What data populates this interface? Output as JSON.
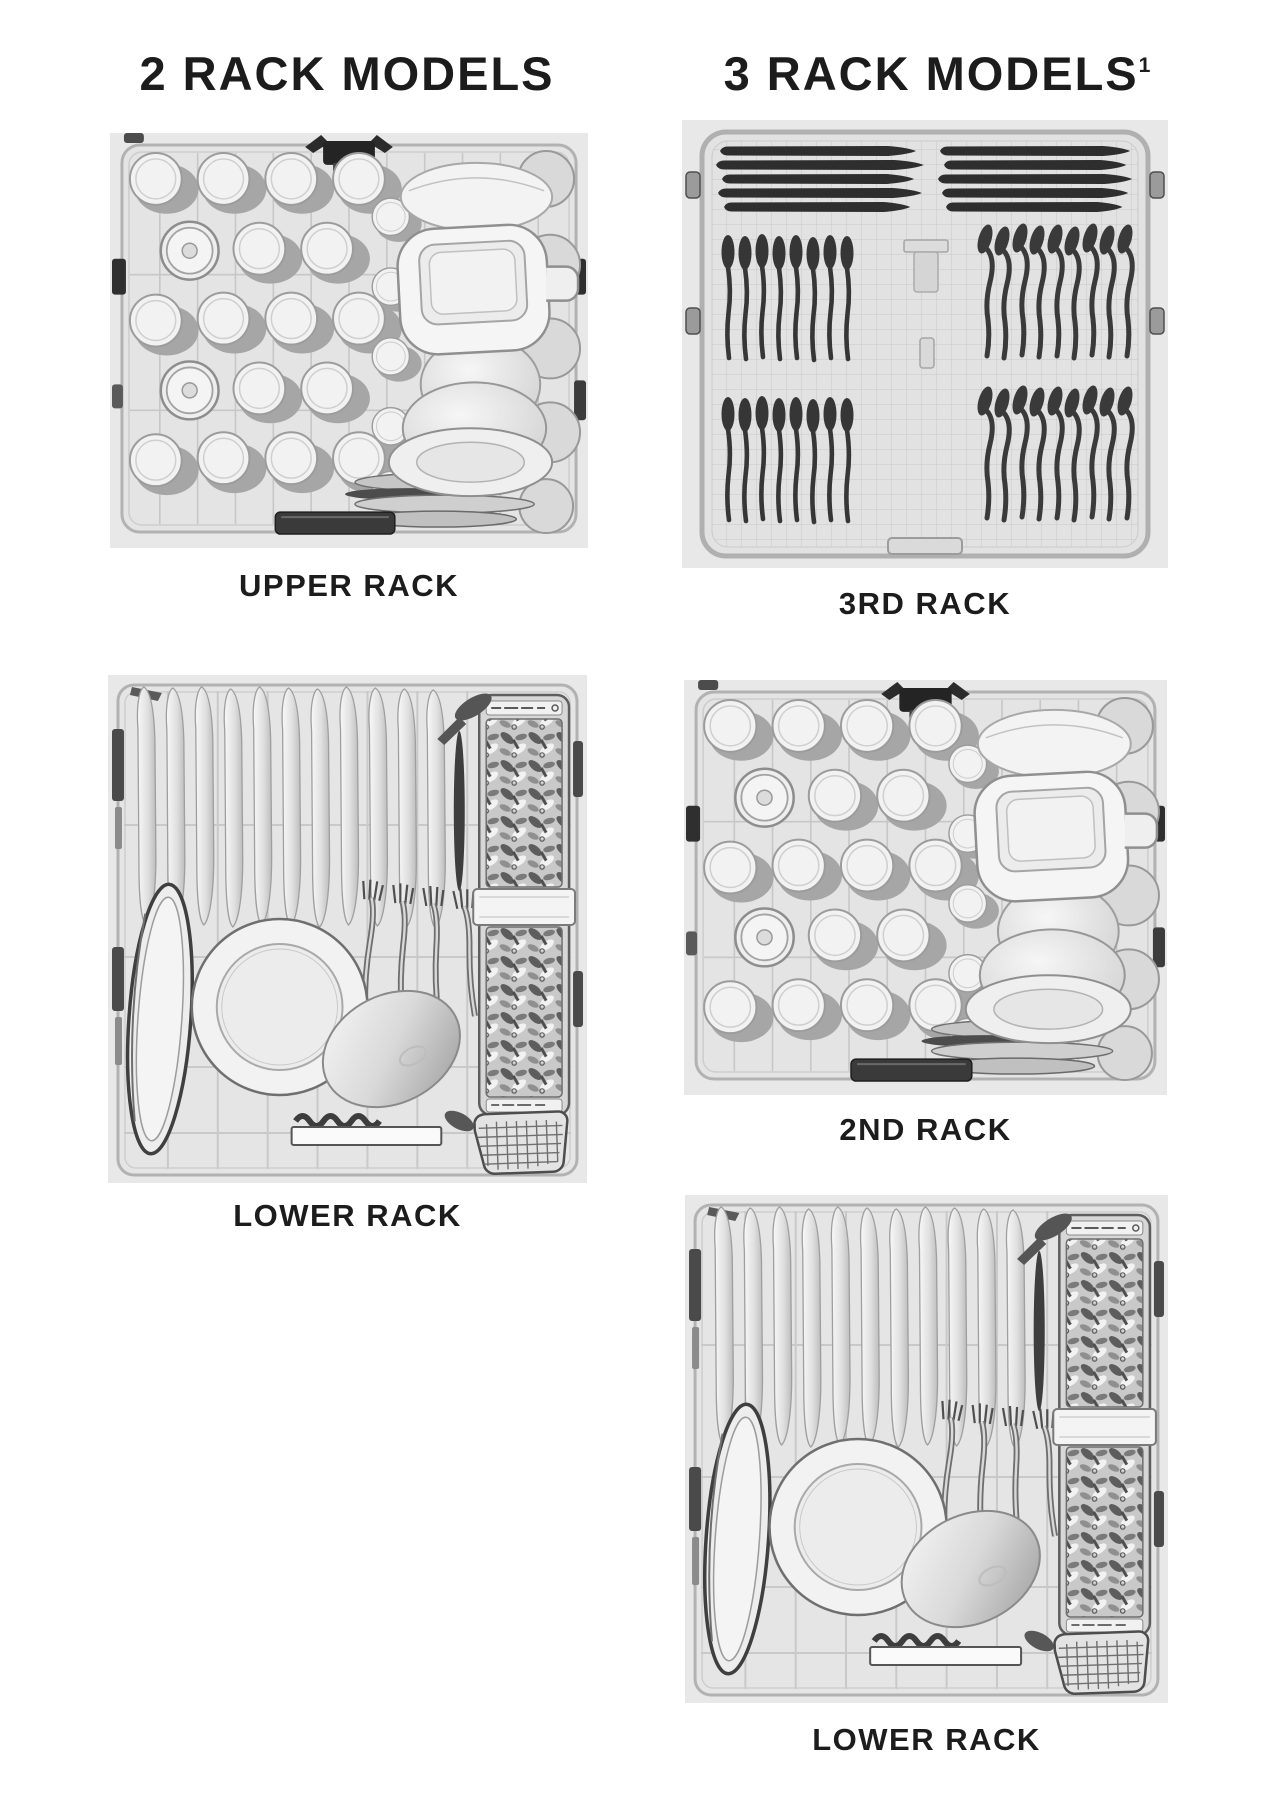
{
  "page": {
    "background_color": "#ffffff",
    "text_color": "#1c1c1c"
  },
  "sections": [
    {
      "title": "2 RACK MODELS",
      "footnote_marker": "",
      "figures": [
        {
          "caption": "UPPER RACK",
          "alt": "Upper rack loaded with glasses, mugs, stemware, a pressure cooker, nested mixing bowls and small plates"
        },
        {
          "caption": "LOWER RACK",
          "alt": "Lower rack loaded with a row of dinner plates, an oval platter, a large round plate, a tilted oval pot, forks, a full silverware basket and a small mesh basket"
        }
      ]
    },
    {
      "title": "3 RACK MODELS",
      "footnote_marker": "1",
      "figures": [
        {
          "caption": "3RD RACK",
          "alt": "Third rack loaded with knives laid flat at the top and rows of spoons and forks below"
        },
        {
          "caption": "2ND RACK",
          "alt": "Second rack loaded with glasses, mugs, stemware, a pressure cooker, nested mixing bowls and small plates"
        },
        {
          "caption": "LOWER RACK",
          "alt": "Lower rack loaded with a row of dinner plates, an oval platter, a large round plate, a tilted oval pot, forks, a full silverware basket and a small mesh basket"
        }
      ]
    }
  ],
  "illustration_colors": {
    "panel_background": "#e8e8e8",
    "rack_wire": "#c7c7c7",
    "rack_frame": "#b2b2b2",
    "dish_light": "#f2f2f2",
    "dish_mid": "#a6a6a6",
    "cutlery_dark": "#323232"
  }
}
